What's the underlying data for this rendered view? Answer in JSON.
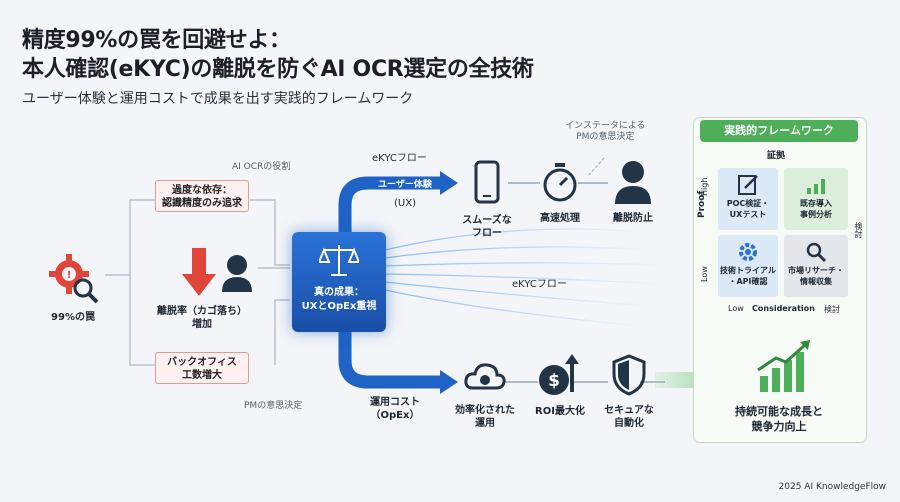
{
  "header": {
    "title_line1": "精度99%の罠を回避せよ：",
    "title_line2": "本人確認(eKYC)の離脱を防ぐAI OCR選定の全技術",
    "subtitle": "ユーザー体験と運用コストで成果を出す実践的フレームワーク"
  },
  "left": {
    "trap_label": "99%の罠",
    "ai_role_note": "AI OCRの役割",
    "over_reliance": "過度な依存：\n認識精度のみ追求",
    "dropout": "離脱率（カゴ落ち）\n増加",
    "backoffice": "バックオフィス\n工数増大",
    "pm_note_bottom": "PMの意思決定"
  },
  "center": {
    "core_result": "真の成果：\nUXとOpEx重視",
    "ekyc_flow_top": "eKYCフロー",
    "ux_band": "ユーザー体験",
    "ux_paren": "(UX)",
    "ekyc_flow_mid": "eKYCフロー",
    "opex_label": "運用コスト\n（OpEx）"
  },
  "top_flow": {
    "note": "インステータによる\nPMの意思決定",
    "smooth": "スムーズな\nフロー",
    "fast": "高速処理",
    "prevent": "離脱防止"
  },
  "bottom_flow": {
    "efficient": "効率化された\n運用",
    "roi": "ROI最大化",
    "secure": "セキュアな\n自動化"
  },
  "framework": {
    "title": "実践的フレームワーク",
    "evidence": "証拠",
    "axis_y": "Proof",
    "high": "High",
    "low_y": "Low",
    "axis_x": "Consideration",
    "low_x": "Low",
    "kento_right": "検討",
    "kento_bottom": "検討",
    "q1": "POC検証・\nUXテスト",
    "q2": "既存導入\n事例分析",
    "q3": "技術トライアル\n・API確認",
    "q4": "市場リサーチ・\n情報収集",
    "result": "持続可能な成長と\n競争力向上"
  },
  "footer": "2025 AI KnowledgeFlow",
  "colors": {
    "blue": "#1f63c6",
    "red": "#e0453a",
    "green": "#4fae5a",
    "navy": "#243447"
  }
}
